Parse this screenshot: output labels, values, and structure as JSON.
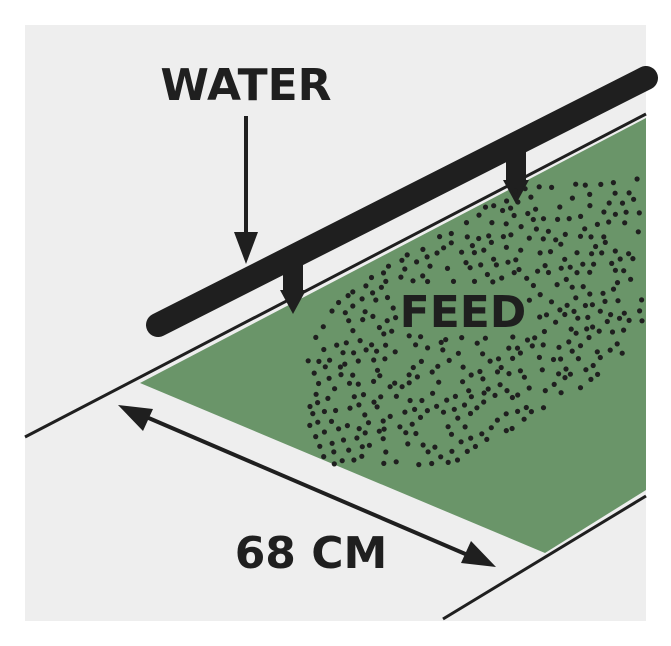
{
  "labels": {
    "water": "WATER",
    "feed": "FEED",
    "width": "68 CM"
  },
  "colors": {
    "background": "#eeeeee",
    "trough": "#6a9569",
    "ink": "#1f1f1f"
  }
}
